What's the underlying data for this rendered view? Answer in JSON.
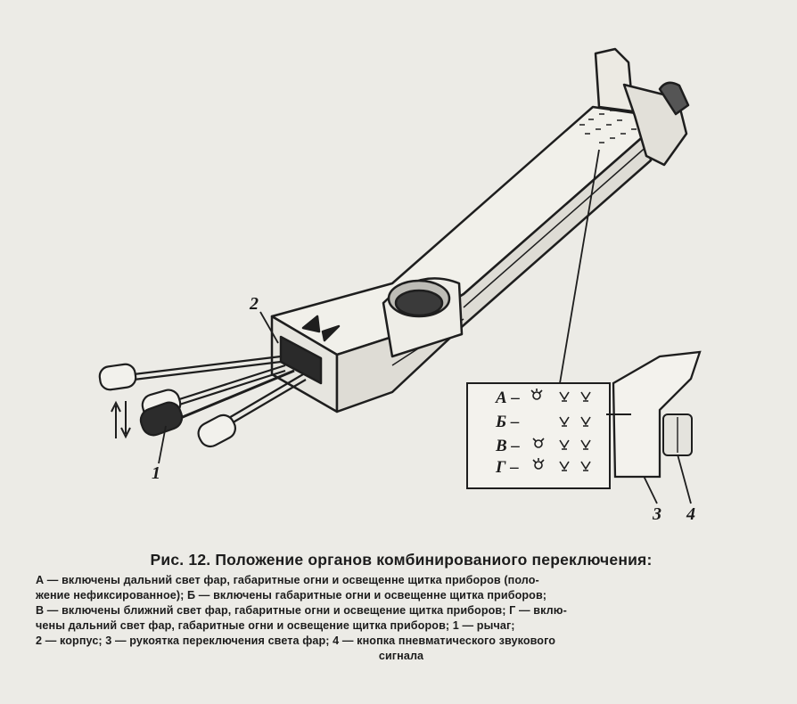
{
  "figure": {
    "callouts": {
      "lever": "1",
      "body": "2",
      "handle": "3",
      "button": "4"
    },
    "positions": [
      "А –",
      "Б –",
      "В –",
      "Г –"
    ]
  },
  "caption": {
    "title": "Рис. 12. Положение органов комбинированиого переключения:",
    "line1": "А — включены дальний свет фар, габаритные огни и освещенне щитка приборов (поло-",
    "line2": "жение нефиксированное); Б — включены габаритные огни и освещенне щитка приборов;",
    "line3": "В — включены ближний свет фар, габаритные огни и освещение щитка приборов; Г — вклю-",
    "line4": "чены дальний свет фар, габаритные огни и освещение щитка приборов; 1 — рычаг;",
    "line5": "2 — корпус; 3 — рукоятка переключения света фар; 4 — кнопка пневматического звукового",
    "line6": "сигнала"
  }
}
